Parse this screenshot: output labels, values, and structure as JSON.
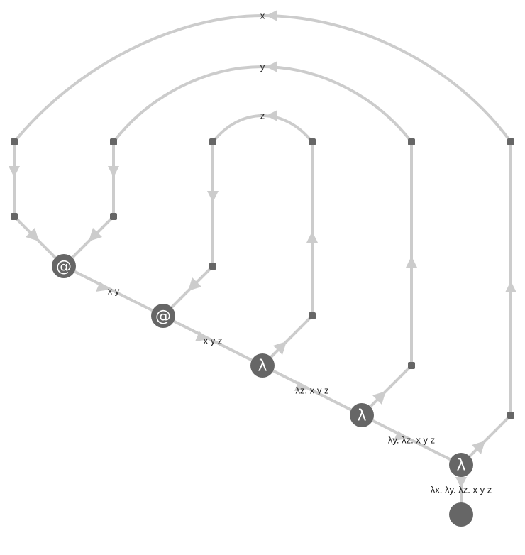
{
  "variables": {
    "x": "x",
    "y": "y",
    "z": "z"
  },
  "nodes": {
    "app1": "@",
    "app2": "@",
    "lam_z": "λ",
    "lam_y": "λ",
    "lam_x": "λ"
  },
  "edge_labels": {
    "app1_out": "x y",
    "app2_out": "x y z",
    "lam_z_out": "λz. x y z",
    "lam_y_out": "λy. λz. x y z",
    "lam_x_out": "λx. λy. λz. x y z"
  }
}
